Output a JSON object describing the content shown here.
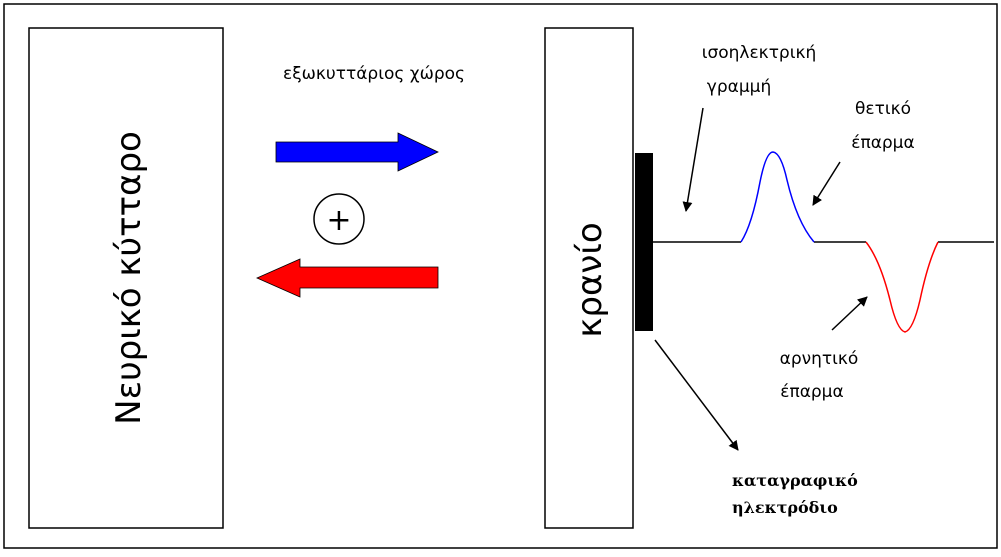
{
  "labels": {
    "neuron": "Νευρικό κύτταρο",
    "extracellular": "εξωκυττάριος χώρος",
    "plus": "+",
    "skull": "κρανίο",
    "isoelectric_1": "ισοηλεκτρική",
    "isoelectric_2": "γραμμή",
    "positive_1": "θετικό",
    "positive_2": "έπαρμα",
    "negative_1": "αρνητικό",
    "negative_2": "έπαρμα",
    "electrode_1": "καταγραφικό",
    "electrode_2": "ηλεκτρόδιο"
  },
  "colors": {
    "positive": "#0000ff",
    "negative": "#ff0000",
    "arrow_blue": "#0000ff",
    "arrow_red": "#ff0000",
    "electrode": "#000000"
  }
}
